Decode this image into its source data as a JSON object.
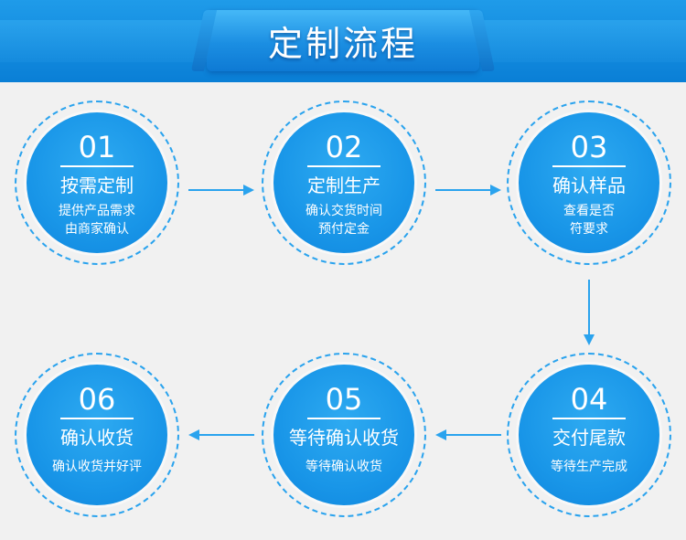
{
  "header": {
    "title": "定制流程"
  },
  "colors": {
    "accent": "#1a96e8",
    "background": "#f1f1f1",
    "arrow": "#2aa3ee"
  },
  "steps": [
    {
      "number": "01",
      "name": "按需定制",
      "desc_line1": "提供产品需求",
      "desc_line2": "由商家确认"
    },
    {
      "number": "02",
      "name": "定制生产",
      "desc_line1": "确认交货时间",
      "desc_line2": "预付定金"
    },
    {
      "number": "03",
      "name": "确认样品",
      "desc_line1": "查看是否",
      "desc_line2": "符要求"
    },
    {
      "number": "04",
      "name": "交付尾款",
      "desc_line1": "等待生产完成"
    },
    {
      "number": "05",
      "name": "等待确认收货",
      "desc_line1": "等待确认收货"
    },
    {
      "number": "06",
      "name": "确认收货",
      "desc_line1": "确认收货并好评"
    }
  ]
}
